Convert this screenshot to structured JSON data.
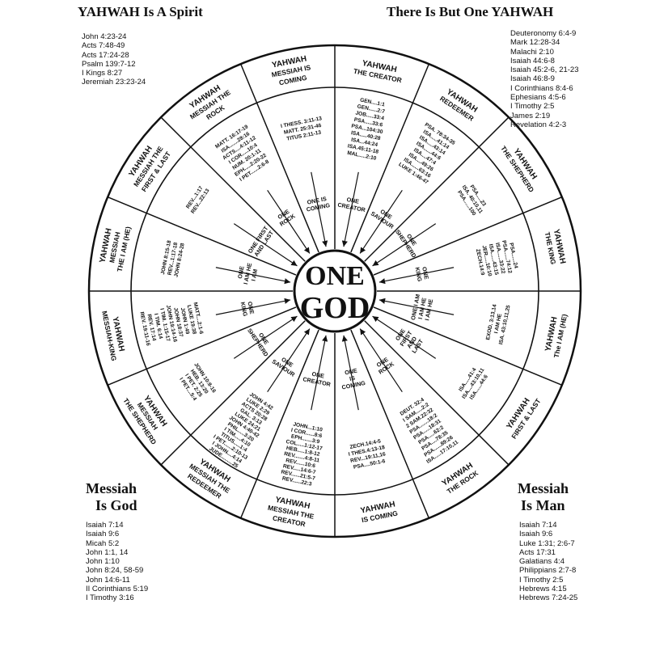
{
  "corners": {
    "top_left": {
      "title": "YAHWAH Is A Spirit",
      "refs": [
        "John 4:23-24",
        "Acts 7:48-49",
        "Acts 17:24-28",
        "Psalm 139:7-12",
        "I Kings 8:27",
        "Jeremiah 23:23-24"
      ]
    },
    "top_right": {
      "title": "There Is But One YAHWAH",
      "refs": [
        "Deuteronomy 6:4-9",
        "Mark 12:28-34",
        "Malachi 2:10",
        "Isaiah 44:6-8",
        "Isaiah 45:2-6, 21-23",
        "Isaiah 46:8-9",
        "I Corinthians 8:4-6",
        "Ephesians 4:5-6",
        "I Timothy 2:5",
        "James 2:19",
        "Revelation 4:2-3"
      ]
    },
    "bottom_left": {
      "title_line1": "Messiah",
      "title_line2": "Is God",
      "refs": [
        "Isaiah 7:14",
        "Isaiah 9:6",
        "Micah 5:2",
        "John 1:1, 14",
        "John 1:10",
        "John 8:24, 58-59",
        "John 14:6-11",
        "II Corinthians 5:19",
        "I Timothy 3:16"
      ]
    },
    "bottom_right": {
      "title_line1": "Messiah",
      "title_line2": "Is Man",
      "refs": [
        "Isaiah 7:14",
        "Isaiah 9:6",
        "Luke 1:31; 2:6-7",
        "Acts 17:31",
        "Galatians 4:4",
        "Philippians 2:7-8",
        "I Timothy 2:5",
        "Hebrews 4:15",
        "Hebrews 7:24-25"
      ]
    }
  },
  "wheel": {
    "center_line1": "ONE",
    "center_line2": "GOD",
    "sectors": [
      {
        "title": [
          "YAHWAH",
          "THE CREATOR"
        ],
        "refs": [
          "GEN....1:1",
          "GEN......2:7",
          "JOB.....33:4",
          "PSA.....33:6",
          "PSA...104:30",
          "ISA.....40:28",
          "ISA...44:24",
          "ISA.45:11-18",
          "MAL.....2:10"
        ],
        "label": [
          "ONE",
          "CREATOR"
        ]
      },
      {
        "title": [
          "YAHWAH",
          "REDEEMER"
        ],
        "refs": [
          "PSA. 78:34-35",
          "ISA.....41:14",
          "ISA.....43:14",
          "ISA......44:6",
          "ISA....47:4",
          "ISA....49:26",
          "ISA......63:16",
          "LUKE 1:46-47"
        ],
        "label": [
          "ONE",
          "SAVIOUR"
        ]
      },
      {
        "title": [
          "YAHWAH",
          "THE SHEPHERD"
        ],
        "refs": [
          "PSA.....23",
          "ISA. 40:10,11",
          "PSA......100"
        ],
        "label": [
          "ONE",
          "SHEPHERD"
        ]
      },
      {
        "title": [
          "YAHWAH",
          "THE KING"
        ],
        "refs": [
          "PSA......24",
          "PSA......74:12",
          "ISA......33:22",
          "ISA......43:15",
          "JER.....10:10",
          "ZECH.14:9"
        ],
        "label": [
          "ONE",
          "KING"
        ]
      },
      {
        "title": [
          "YAHWAH",
          "The I AM (HE)"
        ],
        "refs": [
          "EXOD. 3:13,14",
          "I AM HE",
          "ISA. 43:10,11,25"
        ],
        "label": [
          "ONE I AM",
          "I AM HE",
          "I AM HE"
        ]
      },
      {
        "title": [
          "YAHWAH",
          "FIRST & LAST"
        ],
        "refs": [
          "ISA.....41:4",
          "ISA....43:10,11",
          "ISA......44:6"
        ],
        "label": [
          "ONE",
          "FIRST",
          "AND",
          "LAST"
        ]
      },
      {
        "title": [
          "YAHWAH",
          "THE ROCK"
        ],
        "refs": [
          "DEUT. 32:4",
          "I SAM.....2:2",
          "2 SAM.22:32",
          "PSA.......18:2",
          "PSA.....18:31",
          "PSA.....62:2",
          "PSA....78:35",
          "PSA......89:26",
          "ISA.....17:10,11"
        ],
        "label": [
          "ONE",
          "ROCK"
        ]
      },
      {
        "title": [
          "YAHWAH",
          "IS COMING"
        ],
        "refs": [
          "ZECH.14:4-5",
          "I THES.4:13-18",
          "REV...19:11,16",
          "PSA....50:1-6"
        ],
        "label": [
          "ONE",
          "IS",
          "COMING"
        ]
      },
      {
        "title": [
          "YAHWAH",
          "MESSIAH THE",
          "CREATOR"
        ],
        "refs": [
          "JOHN...1:10",
          "I COR......8:6",
          "EPH.......3:9",
          "COL.....1:12-17",
          "HEB.....1:8-12",
          "REV.......4:8-11",
          "REV......10:6",
          "REV.....14:6-7",
          "REV......21:5-7",
          "REV......22:3"
        ],
        "label": [
          "ONE",
          "CREATOR"
        ]
      },
      {
        "title": [
          "YAHWAH",
          "MESSIAH THE",
          "REDEEMER"
        ],
        "refs": [
          "JOHN 4:42",
          "LUKE 2:29",
          "ACTS 20:28",
          "GAL. 3:13",
          "LUKE 24:21",
          "JOHN 4:40-42",
          "PHIL.....3:20",
          "I TIM.....4:10",
          "TITUS.....1:4",
          "I PET......2:10-13",
          "I JOHN....4:14",
          "JUDE.........25"
        ],
        "label": [
          "ONE",
          "SAVIOUR"
        ]
      },
      {
        "title": [
          "YAHWAH",
          "MESSIAH",
          "THE SHEPHERD"
        ],
        "refs": [
          "JOHN 10:8-16",
          "HEB. 13:20",
          "I PET. 2:25",
          "I PET....5:4"
        ],
        "label": [
          "ONE",
          "SHEPHERD"
        ]
      },
      {
        "title": [
          "YAHWAH",
          "MESSIAH-KING"
        ],
        "refs": [
          "MATT....2:1-6",
          "LUKE 19:38",
          "JOHN 1:49",
          "JOHN 18:37",
          "JOHN 19:14-16",
          "I TIM. 1:15-17",
          "I TIM. 6:14",
          "REV. 17:14",
          "REV. 19:11-16"
        ],
        "label": [
          "ONE",
          "KING"
        ]
      },
      {
        "title": [
          "YAHWAH",
          "MESSIAH",
          "THE I AM (HE)"
        ],
        "refs": [
          "JOHN 8:15-18",
          "REV...1:17-18",
          "JOHN 8:24-28"
        ],
        "label": [
          "ONE",
          "I AM HE",
          "I AM"
        ]
      },
      {
        "title": [
          "YAHWAH",
          "MESSIAH THE",
          "FIRST & LAST"
        ],
        "refs": [
          "REV...1:17",
          "REV...22:13"
        ],
        "label": [
          "ONE FIRST",
          "AND LAST"
        ]
      },
      {
        "title": [
          "YAHWAH",
          "MESSIAH THE",
          "ROCK"
        ],
        "refs": [
          "MATT. 16:17-19",
          "ISA.......28:16",
          "ACTS....4:11-12",
          "I COR.....10:4",
          "NUM. 20:1-11",
          "EPH.....2:20-22",
          "I PET......2:6-8"
        ],
        "label": [
          "ONE",
          "ROCK"
        ]
      },
      {
        "title": [
          "YAHWAH",
          "MESSIAH IS",
          "COMING"
        ],
        "refs": [
          "I THESS. 3:11-13",
          "MATT. 25:31-46",
          "TITUS 2:11-13"
        ],
        "label": [
          "ONE IS",
          "COMING"
        ]
      }
    ]
  }
}
